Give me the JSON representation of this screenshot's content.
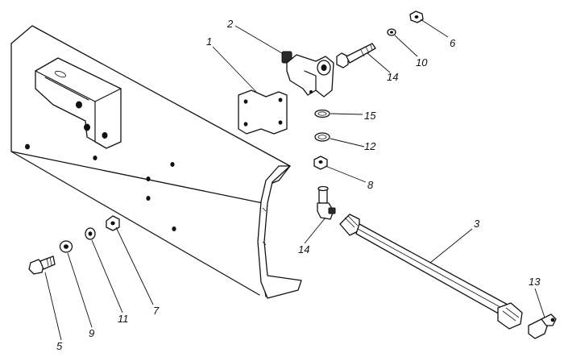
{
  "figure": {
    "description_labels": [
      "1",
      "2",
      "3",
      "5",
      "6",
      "7",
      "8",
      "9",
      "10",
      "11",
      "12",
      "13",
      "14",
      "14",
      "15"
    ],
    "callouts": [
      {
        "id": "label-1",
        "text": "1"
      },
      {
        "id": "label-2",
        "text": "2"
      },
      {
        "id": "label-3",
        "text": "3"
      },
      {
        "id": "label-5",
        "text": "5"
      },
      {
        "id": "label-6",
        "text": "6"
      },
      {
        "id": "label-7",
        "text": "7"
      },
      {
        "id": "label-8",
        "text": "8"
      },
      {
        "id": "label-9",
        "text": "9"
      },
      {
        "id": "label-10",
        "text": "10"
      },
      {
        "id": "label-11",
        "text": "11"
      },
      {
        "id": "label-12",
        "text": "12"
      },
      {
        "id": "label-13",
        "text": "13"
      },
      {
        "id": "label-14a",
        "text": "14"
      },
      {
        "id": "label-14b",
        "text": "14"
      },
      {
        "id": "label-15",
        "text": "15"
      }
    ]
  },
  "colors": {
    "line": "#111111",
    "background": "#ffffff"
  }
}
